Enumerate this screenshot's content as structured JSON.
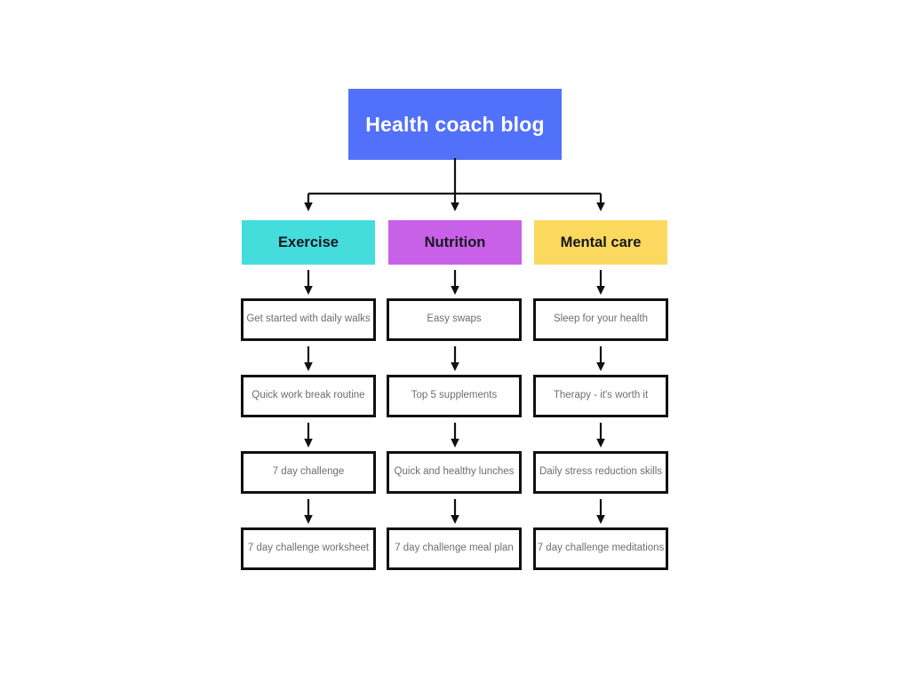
{
  "diagram": {
    "type": "flowchart",
    "title": "Health coach blog",
    "background_color": "#ffffff",
    "root": {
      "label": "Health coach blog",
      "fill_color": "#5271fa",
      "text_color": "#ffffff"
    },
    "connector": {
      "style": "orthogonal-bus",
      "arrow_color": "#111111",
      "branch_count": 3
    },
    "columns": [
      {
        "category": {
          "label": "Exercise",
          "fill_color": "#45dcdc",
          "text_color": "#17171f"
        },
        "items": [
          {
            "label": "Get started with daily walks"
          },
          {
            "label": "Quick work break routine"
          },
          {
            "label": "7 day challenge"
          },
          {
            "label": "7 day challenge worksheet"
          }
        ]
      },
      {
        "category": {
          "label": "Nutrition",
          "fill_color": "#c861e8",
          "text_color": "#17171f"
        },
        "items": [
          {
            "label": "Easy swaps"
          },
          {
            "label": "Top 5 supplements"
          },
          {
            "label": "Quick and healthy lunches"
          },
          {
            "label": "7 day challenge meal plan"
          }
        ]
      },
      {
        "category": {
          "label": "Mental care",
          "fill_color": "#fbd95e",
          "text_color": "#17171f"
        },
        "items": [
          {
            "label": "Sleep for your health"
          },
          {
            "label": "Therapy - it's worth it"
          },
          {
            "label": "Daily stress reduction skills"
          },
          {
            "label": "7 day challenge meditations"
          }
        ]
      }
    ],
    "item_style": {
      "border_color": "#111111",
      "fill_color": "#ffffff",
      "text_color": "#6e6e6e"
    }
  }
}
